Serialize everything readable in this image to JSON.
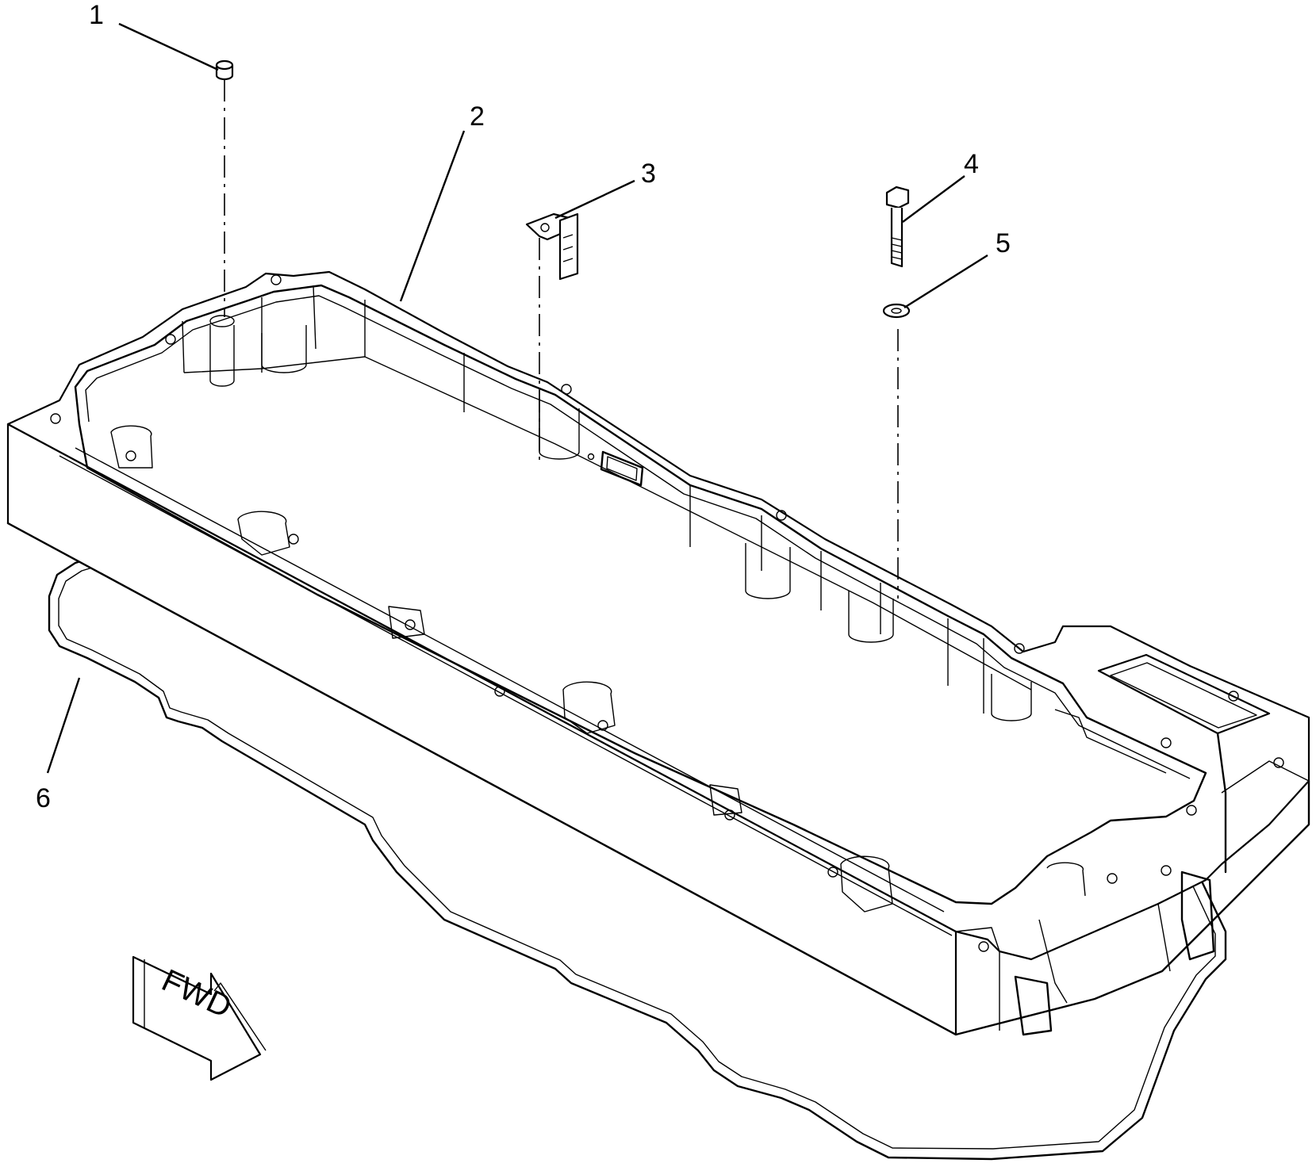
{
  "diagram": {
    "callouts": [
      {
        "id": "1",
        "label": "1"
      },
      {
        "id": "2",
        "label": "2"
      },
      {
        "id": "3",
        "label": "3"
      },
      {
        "id": "4",
        "label": "4"
      },
      {
        "id": "5",
        "label": "5"
      },
      {
        "id": "6",
        "label": "6"
      }
    ],
    "direction_arrow": {
      "label": "FWD"
    }
  }
}
